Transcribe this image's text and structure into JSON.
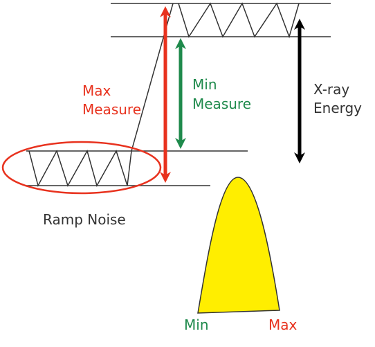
{
  "labels": {
    "max_measure": [
      "Max",
      "Measure"
    ],
    "min_measure": [
      "Min",
      "Measure"
    ],
    "xray_energy": [
      "X-ray",
      "Energy"
    ],
    "ramp_noise": "Ramp Noise",
    "dist_min": "Min",
    "dist_max": "Max"
  },
  "colors": {
    "max_measure": "#e8321e",
    "min_measure": "#1f8a4c",
    "xray_energy": "#000000",
    "ramp_noise_ellipse": "#e8321e",
    "distribution_fill": "#ffee00",
    "lines": "#333333",
    "label_text": "#333333"
  },
  "icons": {
    "max_measure_arrow": "double-arrow-vertical",
    "min_measure_arrow": "double-arrow-vertical",
    "xray_energy_arrow": "double-arrow-vertical"
  }
}
